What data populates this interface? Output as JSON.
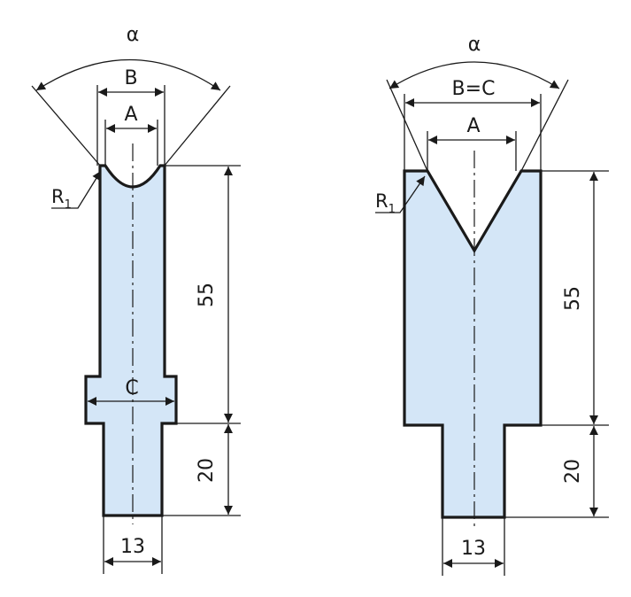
{
  "left_die": {
    "angle": "α",
    "dim_b": "B",
    "dim_a": "A",
    "radius": "R",
    "radius_sub": "1",
    "dim_c": "C",
    "height_top": "55",
    "height_bottom": "20",
    "width_bottom": "13"
  },
  "right_die": {
    "angle": "α",
    "dim_bc": "B=C",
    "dim_a": "A",
    "radius": "R",
    "radius_sub": "1",
    "height_top": "55",
    "height_bottom": "20",
    "width_bottom": "13"
  },
  "colors": {
    "fill": "#d4e6f7",
    "stroke": "#1a1a1a"
  }
}
